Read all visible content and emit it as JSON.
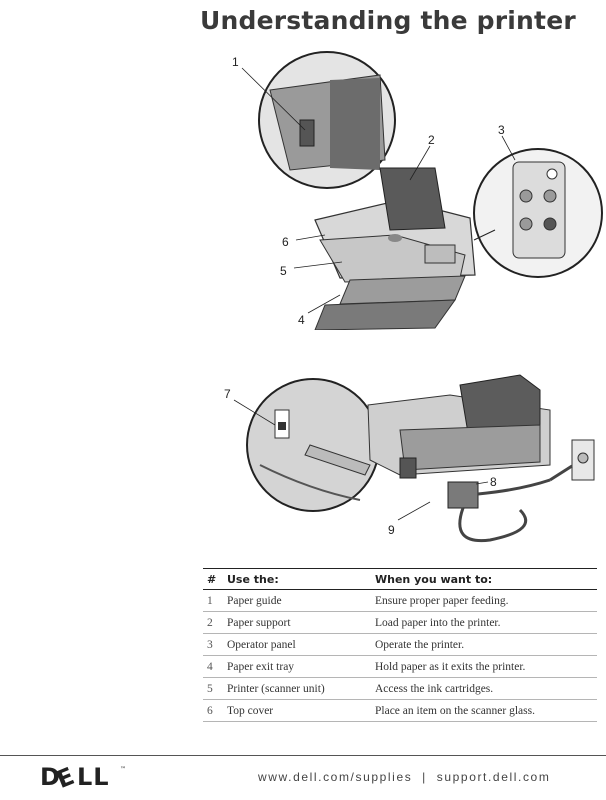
{
  "page": {
    "title": "Understanding the printer"
  },
  "figure_top": {
    "callouts": [
      "1",
      "2",
      "3",
      "4",
      "5",
      "6"
    ]
  },
  "figure_bottom": {
    "callouts": [
      "7",
      "8",
      "9"
    ]
  },
  "table": {
    "headers": {
      "num": "#",
      "use": "Use the:",
      "when": "When you want to:"
    },
    "rows": [
      {
        "num": "1",
        "use": "Paper guide",
        "when": "Ensure proper paper feeding."
      },
      {
        "num": "2",
        "use": "Paper support",
        "when": "Load paper into the printer."
      },
      {
        "num": "3",
        "use": "Operator panel",
        "when": "Operate the printer."
      },
      {
        "num": "4",
        "use": "Paper exit tray",
        "when": "Hold paper as it exits the printer."
      },
      {
        "num": "5",
        "use": "Printer (scanner unit)",
        "when": "Access the ink cartridges."
      },
      {
        "num": "6",
        "use": "Top cover",
        "when": "Place an item on the scanner glass."
      }
    ]
  },
  "footer": {
    "logo_text": "DELL",
    "links": "www.dell.com/supplies  |  support.dell.com"
  }
}
